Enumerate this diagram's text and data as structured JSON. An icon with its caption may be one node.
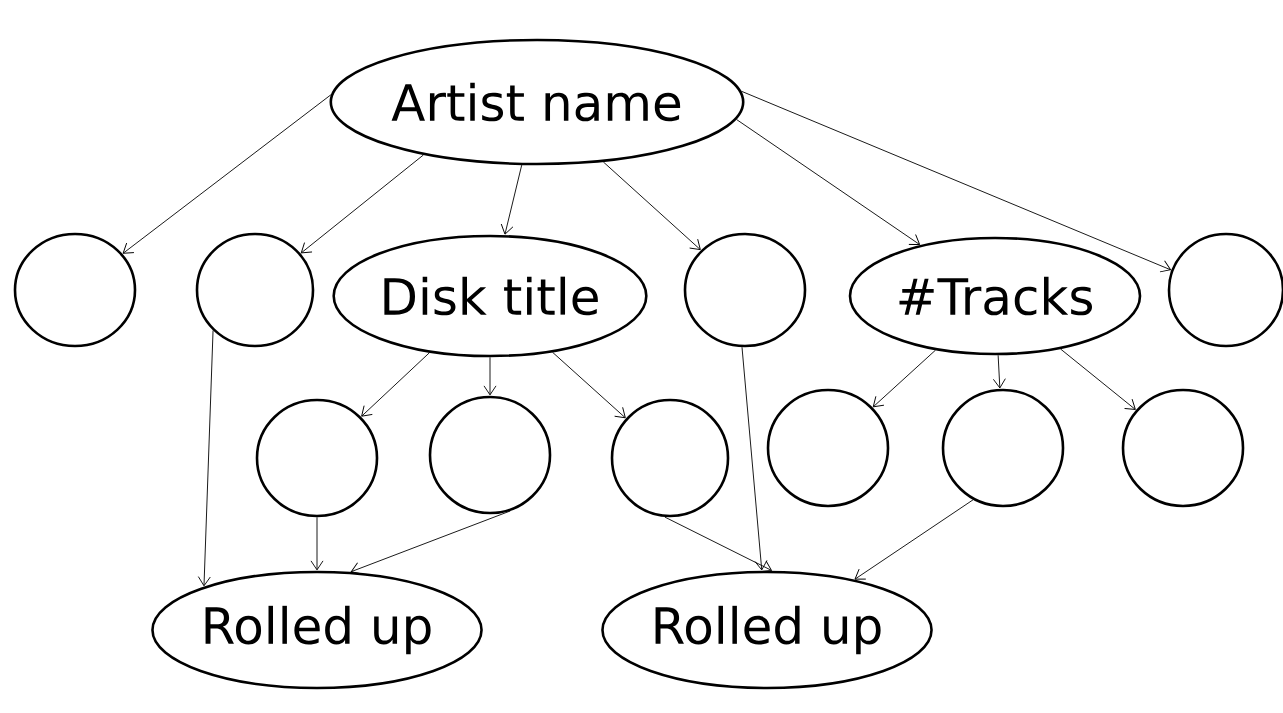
{
  "diagram": {
    "nodes": [
      {
        "text": [
          "Artist name"
        ]
      },
      {
        "text": [],
        "shape": "circle"
      },
      {
        "text": [],
        "shape": "circle"
      },
      {
        "text": [
          "Disk title"
        ]
      },
      {
        "text": [],
        "shape": "circle"
      },
      {
        "text": [
          "#Tracks"
        ]
      },
      {
        "text": [],
        "shape": "circle"
      },
      {
        "text": [],
        "shape": "circle"
      },
      {
        "text": [],
        "shape": "circle"
      },
      {
        "text": [],
        "shape": "circle"
      },
      {
        "text": [],
        "shape": "circle"
      },
      {
        "text": [],
        "shape": "circle"
      },
      {
        "text": [],
        "shape": "circle"
      },
      {
        "text": [
          "Rolled up"
        ]
      },
      {
        "text": [
          "Rolled up"
        ]
      }
    ],
    "edges": [
      {
        "from": 0,
        "to": 1,
        "arrow": "to"
      },
      {
        "from": 0,
        "to": 2,
        "arrow": "to"
      },
      {
        "from": 0,
        "to": 3,
        "arrow": "to"
      },
      {
        "from": 0,
        "to": 4,
        "arrow": "to"
      },
      {
        "from": 0,
        "to": 5,
        "arrow": "to"
      },
      {
        "from": 0,
        "to": 6,
        "arrow": "to"
      },
      {
        "from": 2,
        "to": 13,
        "arrow": "to"
      },
      {
        "from": 3,
        "to": 7,
        "arrow": "to"
      },
      {
        "from": 3,
        "to": 8,
        "arrow": "to"
      },
      {
        "from": 3,
        "to": 9,
        "arrow": "to"
      },
      {
        "from": 5,
        "to": 10,
        "arrow": "to"
      },
      {
        "from": 5,
        "to": 11,
        "arrow": "to"
      },
      {
        "from": 5,
        "to": 12,
        "arrow": "to"
      },
      {
        "from": 7,
        "to": 13,
        "arrow": "to"
      },
      {
        "from": 8,
        "to": 13,
        "arrow": "to"
      },
      {
        "from": 9,
        "to": 14,
        "arrow": "to"
      },
      {
        "from": 4,
        "to": 14,
        "arrow": "to"
      },
      {
        "from": 11,
        "to": 14,
        "arrow": "to"
      }
    ]
  }
}
